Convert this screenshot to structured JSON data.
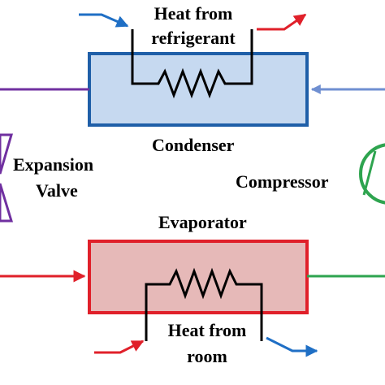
{
  "condenser": {
    "heat_line1": "Heat from",
    "heat_line2": "refrigerant",
    "label": "Condenser"
  },
  "evaporator": {
    "label": "Evaporator",
    "heat_line1": "Heat from",
    "heat_line2": "room"
  },
  "expansion_valve": {
    "line1": "Expansion",
    "line2": "Valve"
  },
  "compressor": {
    "label": "Compressor"
  },
  "colors": {
    "condenser_fill": "#c6d9f0",
    "condenser_border": "#1f5fa8",
    "evaporator_fill": "#e6b9b8",
    "evaporator_border": "#e0202a",
    "valve": "#7030a0",
    "compressor": "#2ea44f",
    "blue_arrow": "#1f6fc5",
    "red_arrow": "#e0202a",
    "coil": "#000000"
  }
}
